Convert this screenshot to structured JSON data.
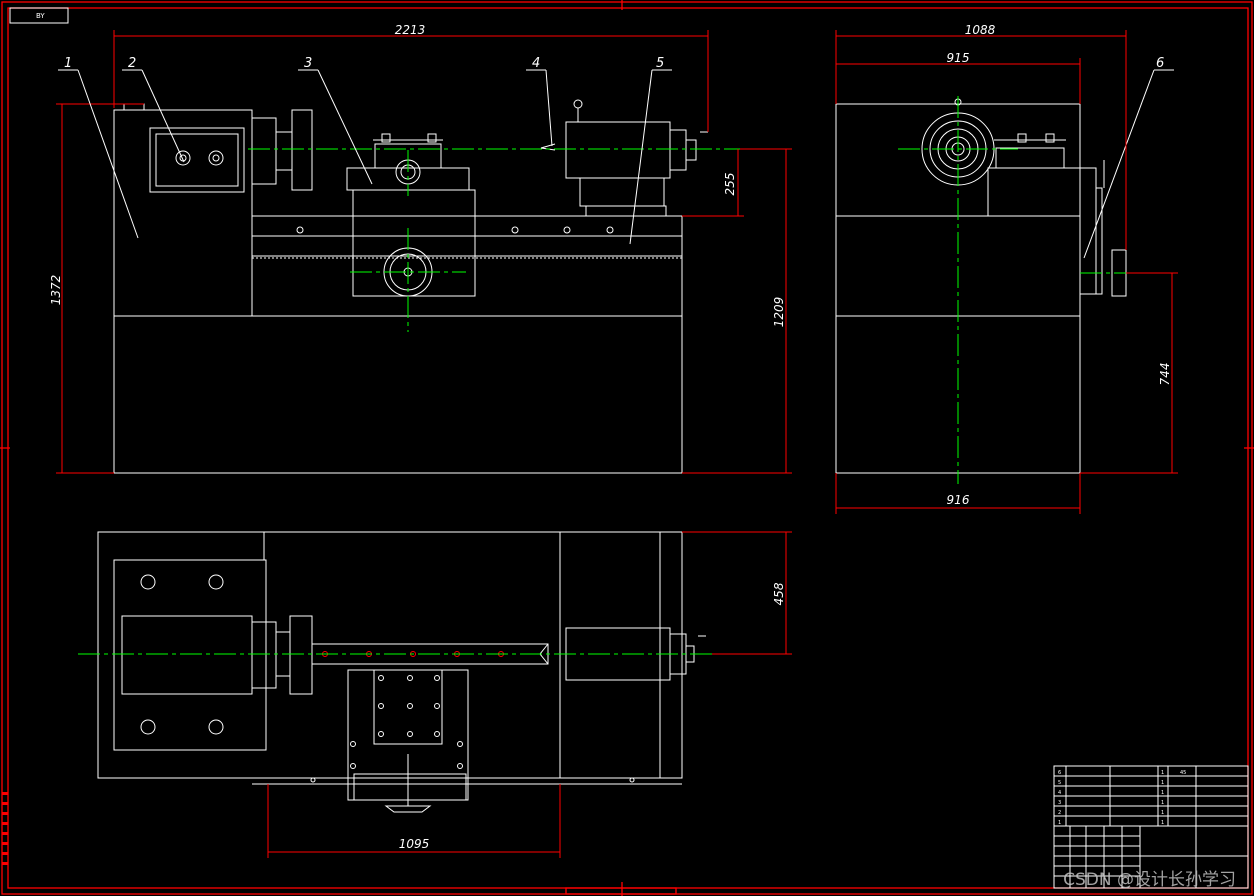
{
  "drawing": {
    "tag_box": "BY",
    "dimensions": {
      "front_length": "2213",
      "front_height": "1372",
      "front_center_height": "1209",
      "tailstock_offset": "255",
      "side_width": "1088",
      "side_inner_width": "915",
      "side_base_width": "916",
      "side_height": "744",
      "top_depth": "458",
      "top_length": "1095"
    },
    "callouts": [
      "1",
      "2",
      "3",
      "4",
      "5",
      "6"
    ],
    "title_block": {
      "part_rows": [
        {
          "no": "6",
          "qty": "1",
          "mat": "45"
        },
        {
          "no": "5",
          "qty": "1",
          "mat": ""
        },
        {
          "no": "4",
          "qty": "1",
          "mat": ""
        },
        {
          "no": "3",
          "qty": "1",
          "mat": ""
        },
        {
          "no": "2",
          "qty": "1",
          "mat": ""
        },
        {
          "no": "1",
          "qty": "1",
          "mat": ""
        }
      ]
    },
    "watermark": "CSDN @设计长孙学习",
    "colors": {
      "background": "#000000",
      "frame": "#ff0000",
      "geometry": "#ffffff",
      "centerline": "#00ff00"
    }
  }
}
